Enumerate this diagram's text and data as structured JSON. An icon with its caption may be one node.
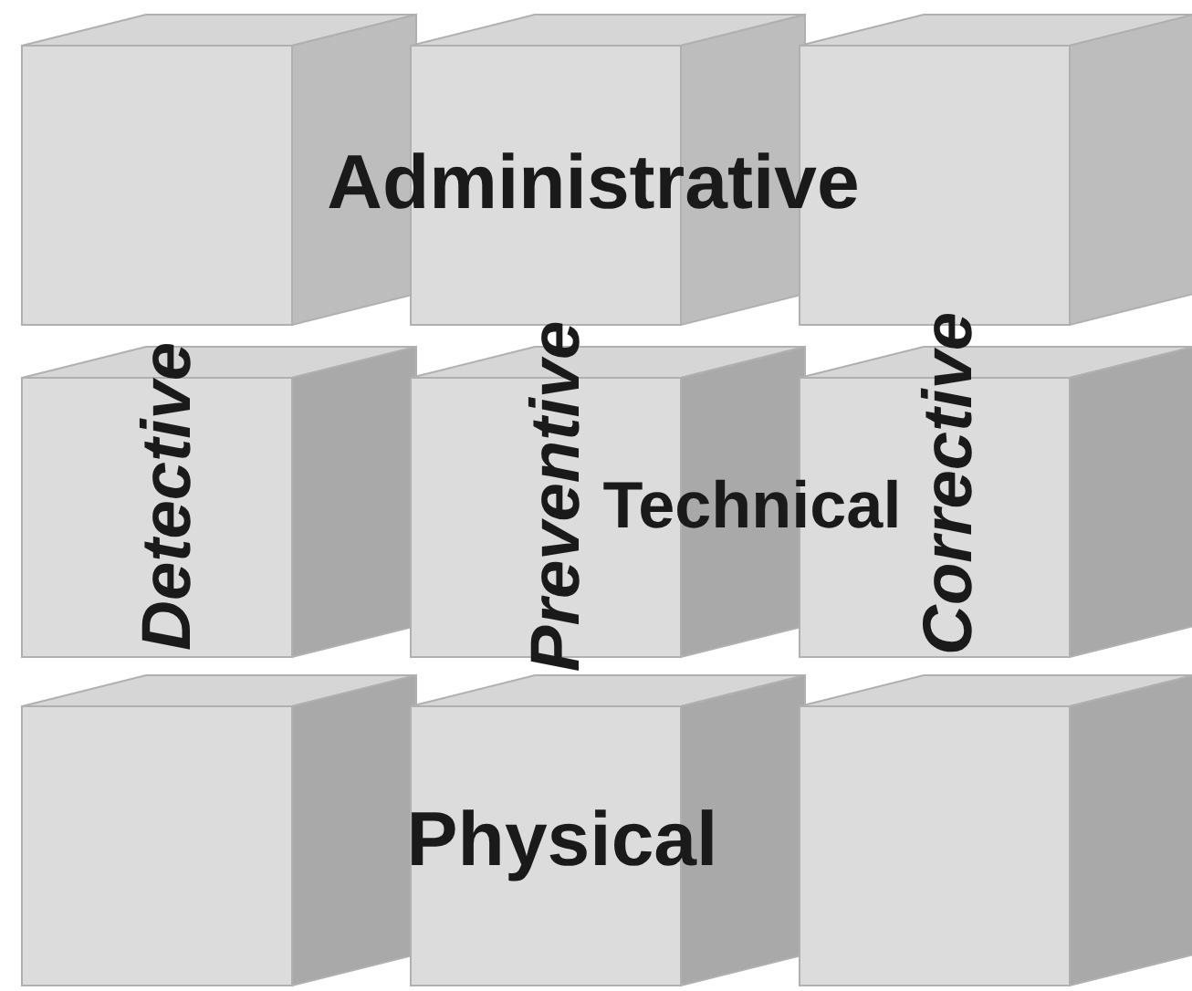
{
  "diagram": {
    "labels": [
      "Administrative",
      "Detective",
      "Preventive",
      "Corrective",
      "Technical",
      "Physical"
    ]
  }
}
